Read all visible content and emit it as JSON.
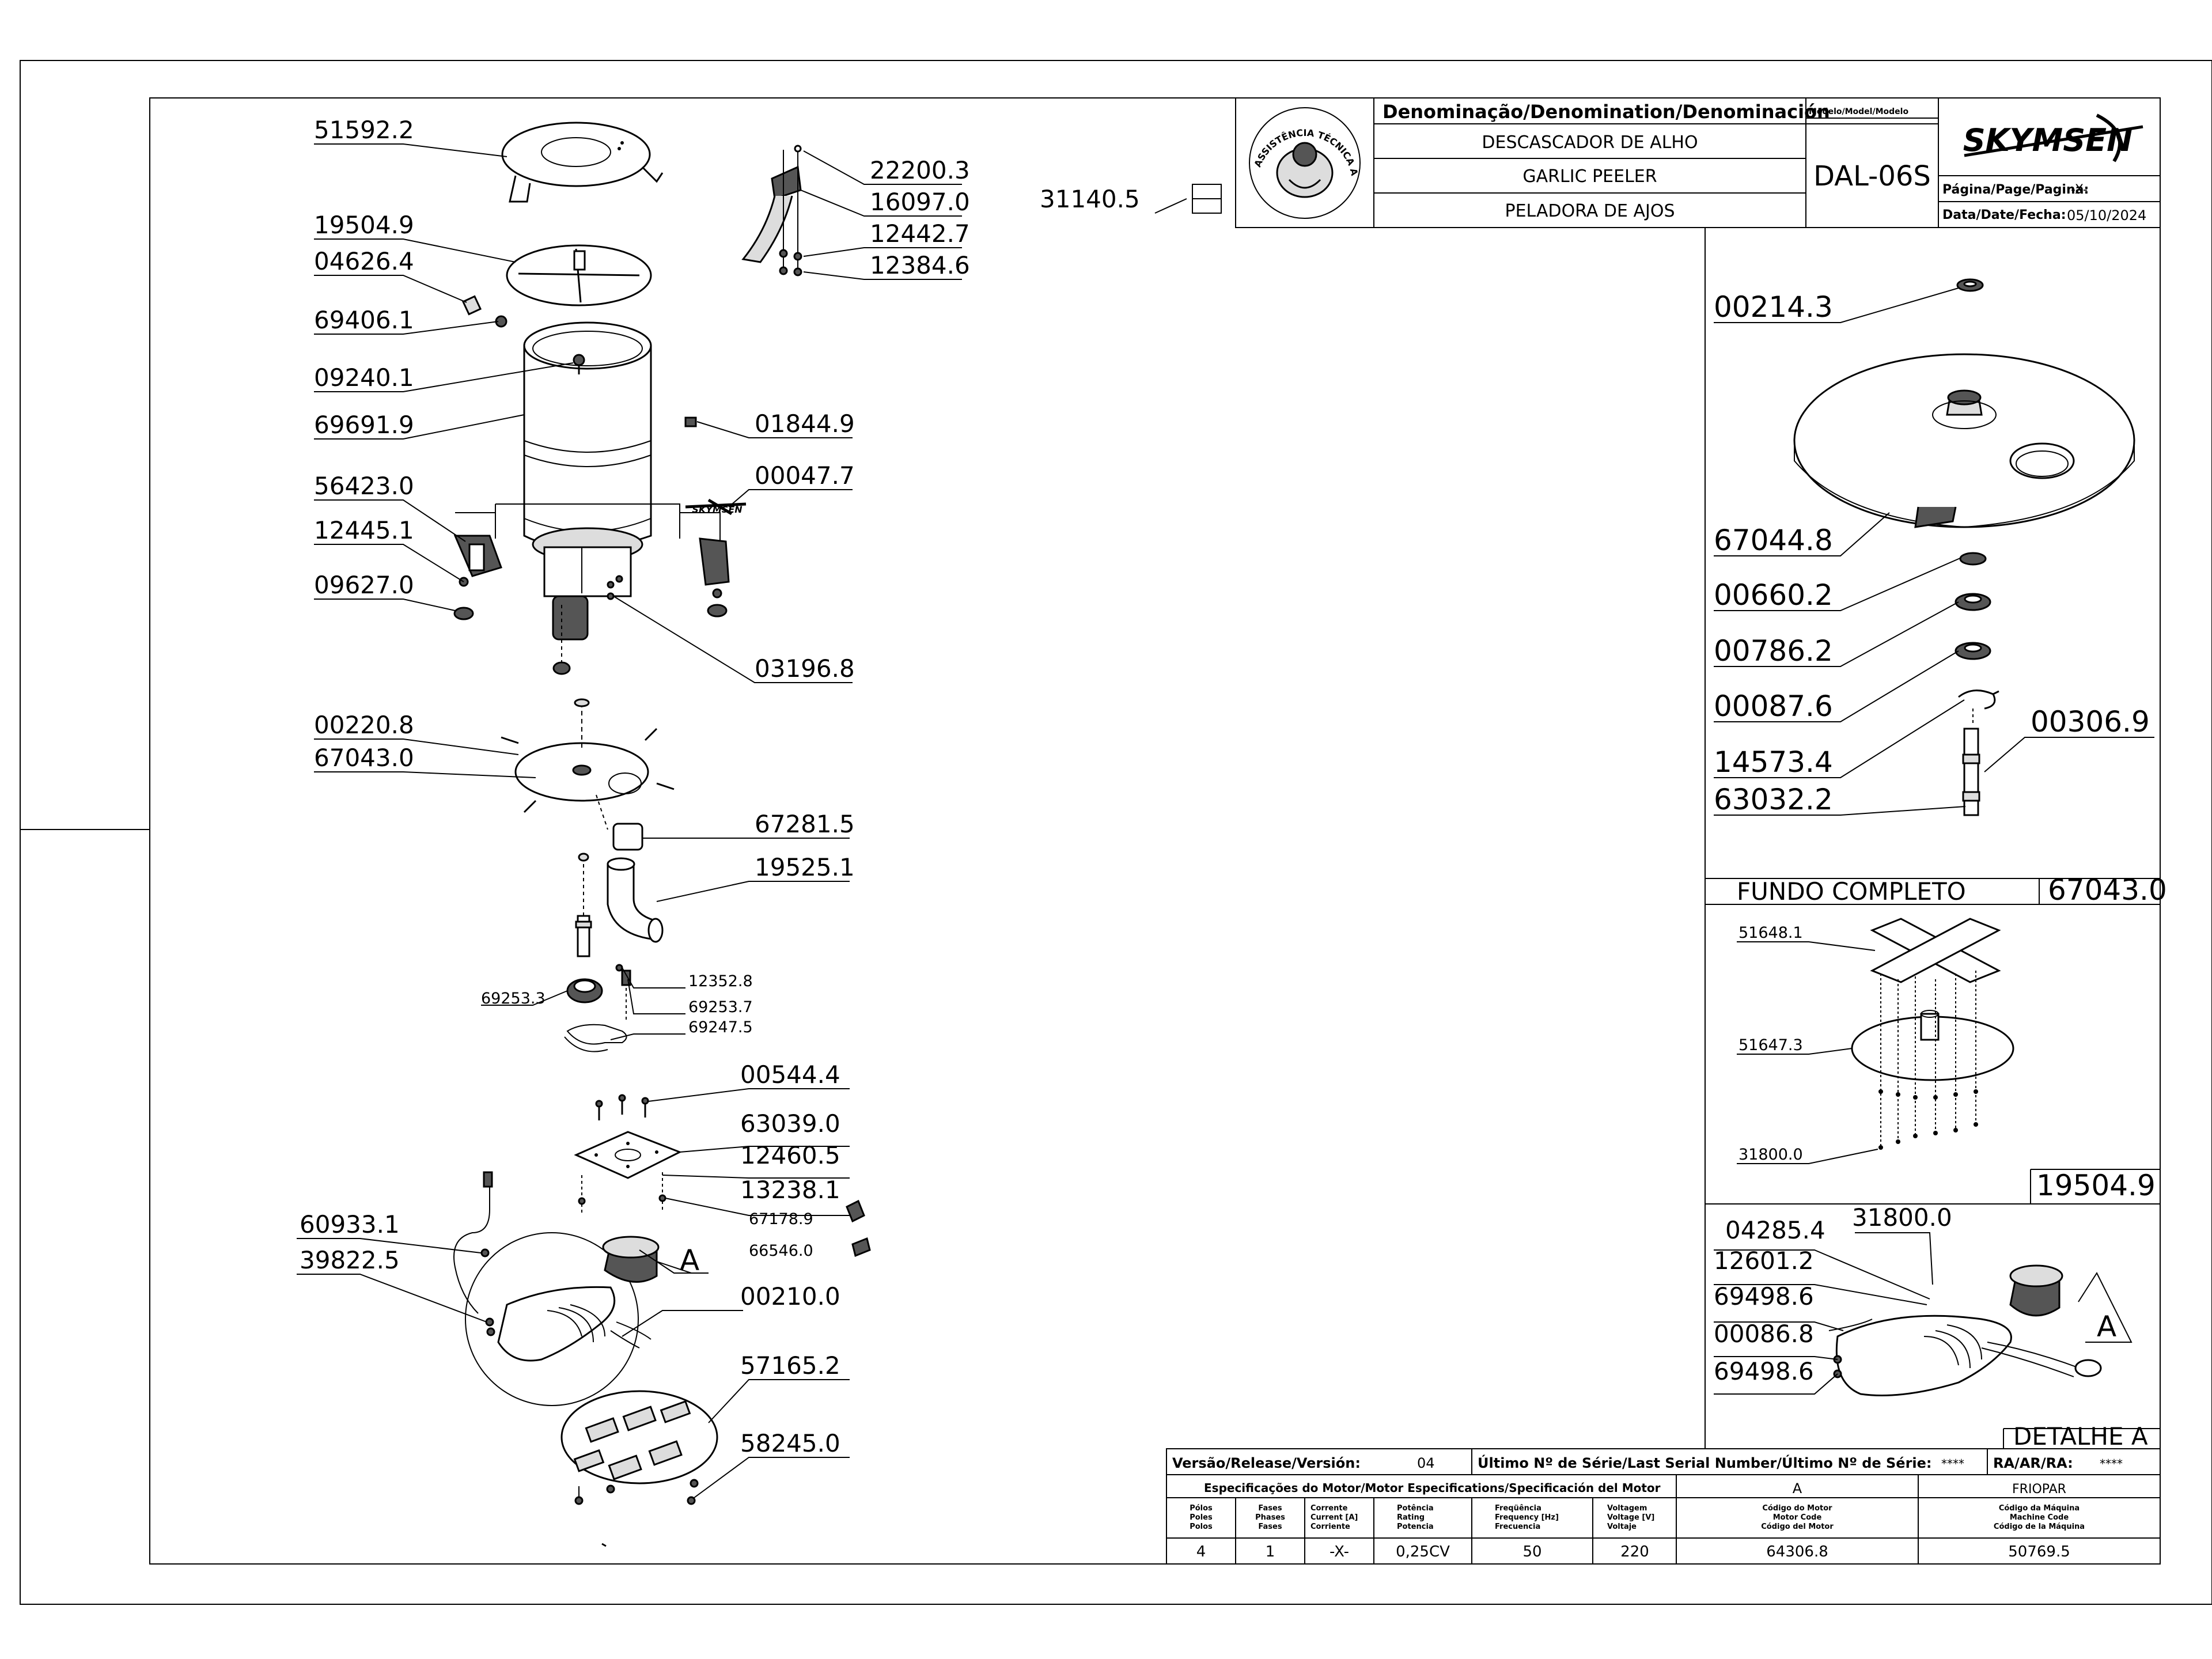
{
  "title_block": {
    "denomination_header": "Denominação/Denomination/Denominación",
    "model_header": "Modelo/Model/Modelo",
    "name_pt": "DESCASCADOR DE ALHO",
    "name_en": "GARLIC PEELER",
    "name_es": "PELADORA DE AJOS",
    "model": "DAL-06S",
    "brand": "SKYMSEN",
    "page_label": "Página/Page/Pagina:",
    "page_value": "-X-",
    "date_label": "Data/Date/Fecha:",
    "date_value": "05/10/2024",
    "seal_text": "ASSISTÊNCIA TÉCNICA AUTORIZADA"
  },
  "main_parts": [
    "51592.2",
    "19504.9",
    "04626.4",
    "69406.1",
    "09240.1",
    "69691.9",
    "56423.0",
    "12445.1",
    "09627.0",
    "22200.3",
    "16097.0",
    "12442.7",
    "12384.6",
    "01844.9",
    "00047.7",
    "03196.8",
    "31140.5",
    "00220.8",
    "67043.0",
    "67281.5",
    "19525.1",
    "12352.8",
    "69253.7",
    "69247.5",
    "69253.3",
    "00544.4",
    "63039.0",
    "12460.5",
    "13238.1",
    "67178.9",
    "66546.0",
    "60933.1",
    "39822.5",
    "00210.0",
    "57165.2",
    "58245.0"
  ],
  "callout_letter": "A",
  "right_upper": {
    "parts": [
      "00214.3",
      "67044.8",
      "00660.2",
      "00786.2",
      "00087.6",
      "14573.4",
      "63032.2",
      "00306.9"
    ],
    "footer_label": "FUNDO COMPLETO",
    "footer_code": "67043.0"
  },
  "right_middle": {
    "parts": [
      "51648.1",
      "51647.3",
      "31800.0"
    ],
    "footer_code": "19504.9"
  },
  "right_lower": {
    "parts": [
      "04285.4",
      "31800.0",
      "12601.2",
      "69498.6",
      "00086.8",
      "69498.6"
    ],
    "letter": "A",
    "footer_label": "DETALHE A"
  },
  "spec_table": {
    "version_label": "Versão/Release/Versión:",
    "version_value": "04",
    "last_serial_label": "Último Nº de Série/Last Serial Number/Último Nº de Série:",
    "last_serial_value": "****",
    "ra_label": "RA/AR/RA:",
    "ra_value": "****",
    "motor_spec_label": "Especificações do Motor/Motor Especifications/Specificación del Motor",
    "motor_variant": "A",
    "manufacturer": "FRIOPAR",
    "headers": [
      [
        "Pólos",
        "Poles",
        "Polos"
      ],
      [
        "Fases",
        "Phases",
        "Fases"
      ],
      [
        "Corrente",
        "Current [A]",
        "Corriente"
      ],
      [
        "Potência",
        "Rating",
        "Potencia"
      ],
      [
        "Freqüência",
        "Frequency [Hz]",
        "Frecuencia"
      ],
      [
        "Voltagem",
        "Voltage [V]",
        "Voltaje"
      ],
      [
        "Código do Motor",
        "Motor Code",
        "Código del Motor"
      ],
      [
        "Código da Máquina",
        "Machine Code",
        "Código de la Máquina"
      ]
    ],
    "values": [
      "4",
      "1",
      "-X-",
      "0,25CV",
      "50",
      "220",
      "64306.8",
      "50769.5"
    ]
  }
}
